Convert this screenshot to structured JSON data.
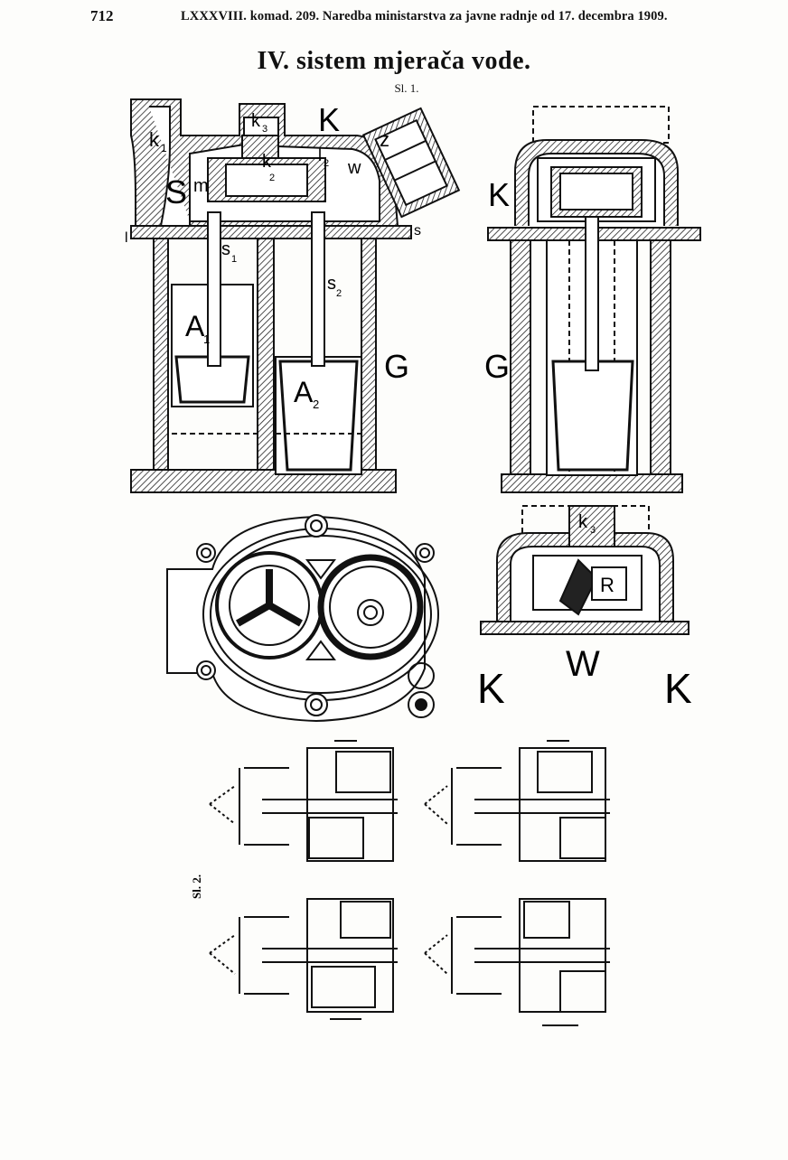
{
  "header": {
    "page_number": "712",
    "running_header": "LXXXVIII. komad. 209. Naredba ministarstva za javne radnje od 17. decembra 1909."
  },
  "title": "IV. sistem mjerača vode.",
  "figure1": {
    "caption": "Sl. 1.",
    "labels": {
      "k1": "k",
      "k1_sub": "1",
      "k3": "k",
      "k3_sub": "3",
      "K_top": "K",
      "z": "z",
      "k2": "k",
      "k2_sub": "2",
      "l2": "l",
      "l2_sub": "2",
      "w": "w",
      "S": "S",
      "m": "m",
      "l_left": "l",
      "s_right": "s",
      "s1": "s",
      "s1_sub": "1",
      "s2": "s",
      "s2_sub": "2",
      "A1": "A",
      "A1_sub": "1",
      "A2": "A",
      "A2_sub": "2",
      "G_left": "G",
      "K_side": "K",
      "G_side": "G",
      "k3_bottom": "k",
      "k3_bottom_sub": "3",
      "R": "R",
      "K_bl": "K",
      "W_bottom": "W",
      "K_br": "K"
    }
  },
  "figure2": {
    "caption": "Sl. 2."
  }
}
